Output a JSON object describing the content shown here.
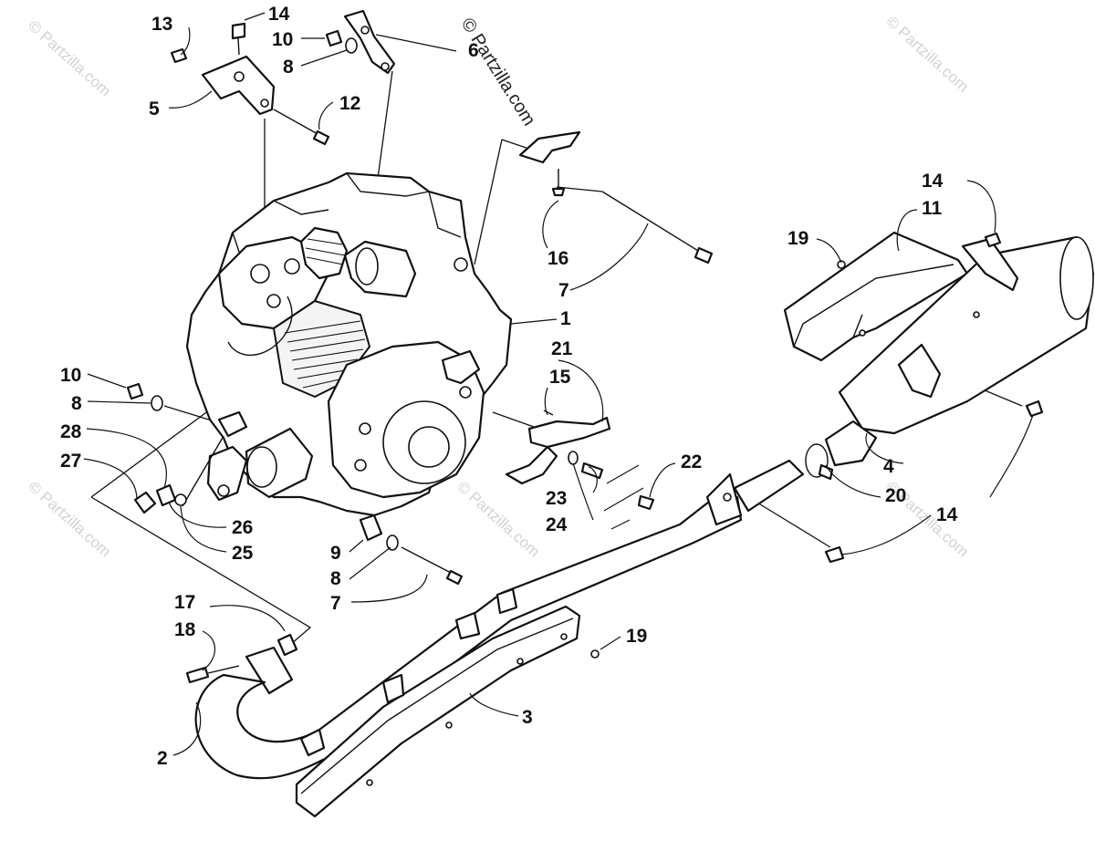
{
  "watermark": {
    "main": "© Partzilla.com",
    "tile": "© Partzilla.com"
  },
  "colors": {
    "ink": "#111111",
    "watermark": "#d2d2d2",
    "background": "#ffffff"
  },
  "callouts": {
    "c1": "1",
    "c2": "2",
    "c3": "3",
    "c4": "4",
    "c5": "5",
    "c6": "6",
    "c7a": "7",
    "c7b": "7",
    "c8a": "8",
    "c8b": "8",
    "c8c": "8",
    "c9": "9",
    "c10a": "10",
    "c10b": "10",
    "c11": "11",
    "c12": "12",
    "c13": "13",
    "c14a": "14",
    "c14b": "14",
    "c14c": "14",
    "c15": "15",
    "c16": "16",
    "c17": "17",
    "c18": "18",
    "c19a": "19",
    "c19b": "19",
    "c20": "20",
    "c21": "21",
    "c22": "22",
    "c23": "23",
    "c24": "24",
    "c25": "25",
    "c26": "26",
    "c27": "27",
    "c28": "28"
  }
}
